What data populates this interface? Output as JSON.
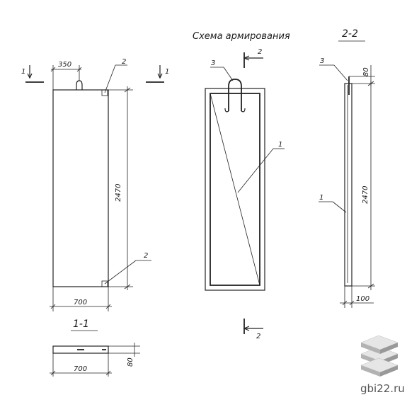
{
  "title": "Схема армирования",
  "section_2_2": "2-2",
  "section_1_1": "1-1",
  "labels": {
    "cut_1": "1",
    "cut_2": "2",
    "callout_1": "1",
    "callout_2": "2",
    "callout_3": "3"
  },
  "dimensions": {
    "front_hook_offset": "350",
    "front_height": "2470",
    "front_width": "700",
    "side_top": "80",
    "side_height": "2470",
    "side_thickness": "100",
    "section_width": "700",
    "section_thickness": "80"
  },
  "watermark": {
    "text": "gbi22.ru",
    "icon": "stacked-slabs-icon",
    "colors": {
      "top": "#d9d9d9",
      "side": "#a6a6a6"
    }
  }
}
